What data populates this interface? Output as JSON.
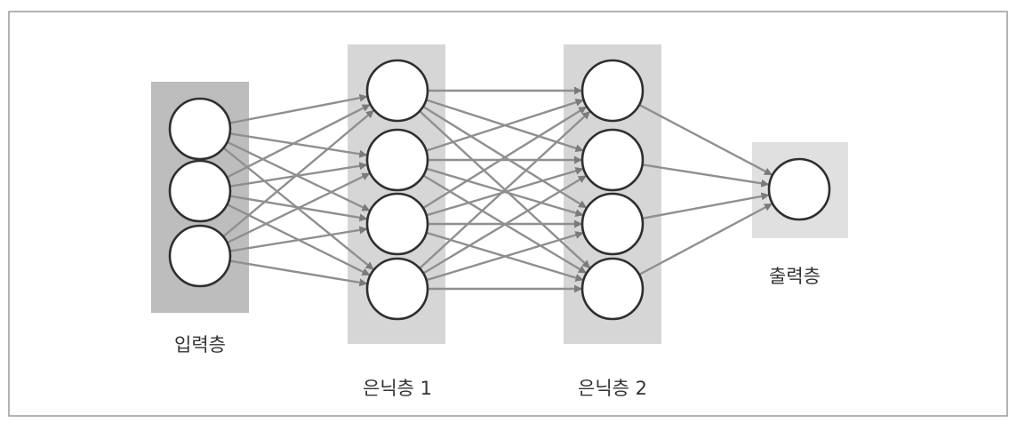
{
  "diagram": {
    "type": "feed-forward neural network",
    "colors": {
      "frame": "#9a9a9a",
      "input_band": "#bdbdbd",
      "hidden_band": "#d6d6d6",
      "output_band": "#e0e0e0",
      "edge": "#8f8f8f",
      "node_fill": "#ffffff",
      "node_stroke": "#2f2f2f",
      "text": "#333333"
    },
    "layers": [
      {
        "id": "input",
        "label": "입력층",
        "nodes": 3
      },
      {
        "id": "hidden1",
        "label": "은닉층 1",
        "nodes": 4
      },
      {
        "id": "hidden2",
        "label": "은닉층 2",
        "nodes": 4
      },
      {
        "id": "output",
        "label": "출력층",
        "nodes": 1
      }
    ],
    "connections": "fully-connected between adjacent layers, arrow heads pointing to the next layer"
  }
}
